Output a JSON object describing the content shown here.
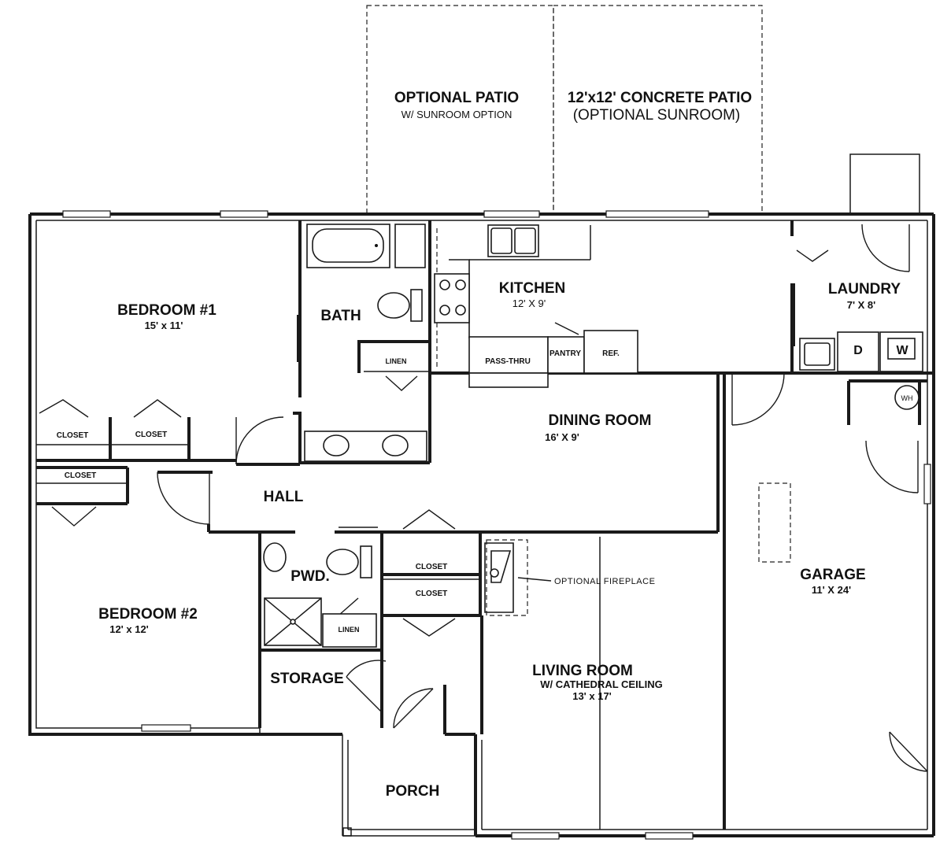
{
  "rooms": {
    "optional_patio": {
      "name": "OPTIONAL PATIO",
      "sub": "W/ SUNROOM OPTION"
    },
    "concrete_patio": {
      "name": "12'x12' CONCRETE PATIO",
      "sub": "(OPTIONAL SUNROOM)"
    },
    "bedroom1": {
      "name": "BEDROOM #1",
      "dim": "15' x 11'"
    },
    "bath": {
      "name": "BATH"
    },
    "kitchen": {
      "name": "KITCHEN",
      "dim": "12' X 9'"
    },
    "laundry": {
      "name": "LAUNDRY",
      "dim": "7' X 8'"
    },
    "dining": {
      "name": "DINING ROOM",
      "dim": "16' X 9'"
    },
    "hall": {
      "name": "HALL"
    },
    "pwd": {
      "name": "PWD."
    },
    "bedroom2": {
      "name": "BEDROOM #2",
      "dim": "12' x 12'"
    },
    "storage": {
      "name": "STORAGE"
    },
    "living": {
      "name": "LIVING ROOM",
      "sub": "W/ CATHEDRAL CEILING",
      "dim": "13' x 17'"
    },
    "garage": {
      "name": "GARAGE",
      "dim": "11' X 24'"
    },
    "porch": {
      "name": "PORCH"
    }
  },
  "labels": {
    "closet": "CLOSET",
    "linen": "LINEN",
    "pass_thru": "PASS-THRU",
    "pantry": "PANTRY",
    "ref": "REF.",
    "dryer": "D",
    "washer": "W",
    "water_heater": "WH",
    "fireplace": "OPTIONAL FIREPLACE"
  }
}
